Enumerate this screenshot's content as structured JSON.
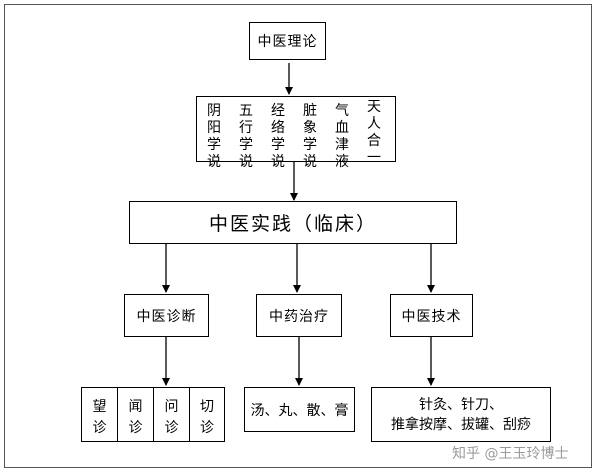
{
  "root": "中医理论",
  "theories": [
    "阴阳学说",
    "五行学说",
    "经络学说",
    "脏象学说",
    "气血津液",
    "天人合一"
  ],
  "practice": "中医实践（临床）",
  "branches": [
    "中医诊断",
    "中药治疗",
    "中医技术"
  ],
  "diagnosis_methods": [
    "望诊",
    "闻诊",
    "问诊",
    "切诊"
  ],
  "medicine_forms": "汤、丸、散、膏",
  "techniques": [
    "针灸、针刀、",
    "推拿按摩、拔罐、刮痧"
  ],
  "watermark": "知乎 @王玉玲博士"
}
